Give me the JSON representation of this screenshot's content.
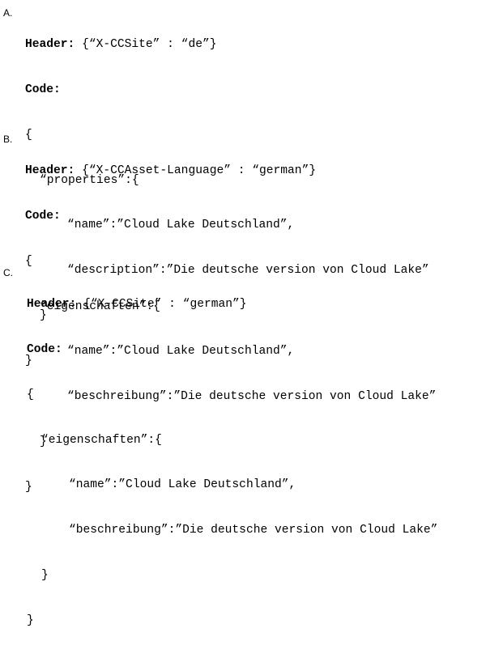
{
  "options": [
    {
      "letter": "A.",
      "header_label": "Header:",
      "header_value": "{“X-CCSite” : “de”}",
      "code_label": "Code:",
      "open_brace": "{",
      "object_open": "“properties”:{",
      "name_line": "“name”:”Cloud Lake Deutschland”,",
      "description_line": "“description”:”Die deutsche version von Cloud Lake”",
      "object_close": "}",
      "close_brace": "}"
    },
    {
      "letter": "B.",
      "header_label": "Header:",
      "header_value": "{“X-CCAsset-Language” : “german”}",
      "code_label": "Code:",
      "open_brace": "{",
      "object_open": "“eigenschaften”:{",
      "name_line": "“name”:”Cloud Lake Deutschland”,",
      "description_line": "“beschreibung”:”Die deutsche version von Cloud Lake”",
      "object_close": "}",
      "close_brace": "}"
    },
    {
      "letter": "C.",
      "header_label": "Header:",
      "header_value": "{“X-CCSite” : “german”}",
      "code_label": "Code:",
      "open_brace": "{",
      "object_open": "“eigenschaften”:{",
      "name_line": "“name”:”Cloud Lake Deutschland”,",
      "description_line": "“beschreibung”:”Die deutsche version von Cloud Lake”",
      "object_close": "}",
      "close_brace": "}"
    }
  ]
}
